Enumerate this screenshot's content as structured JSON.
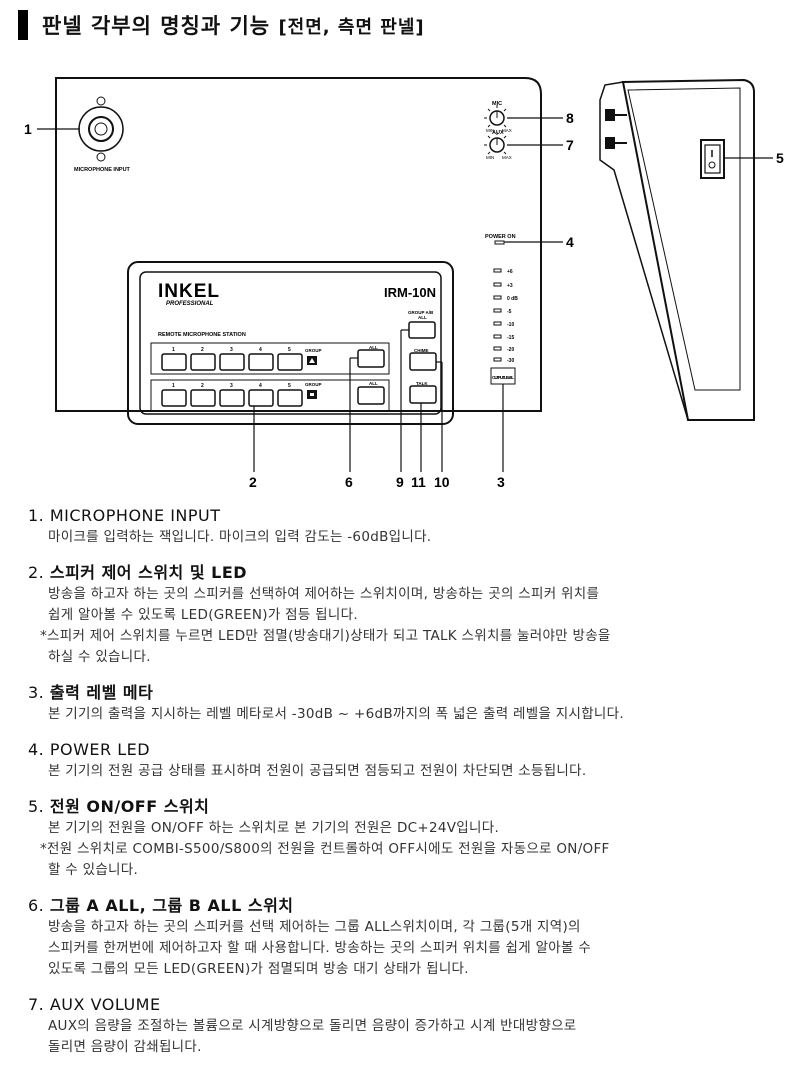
{
  "header": {
    "title": "판넬 각부의 명칭과 기능",
    "subtitle": "[전면, 측면 판넬]"
  },
  "diagram": {
    "brand": "INKEL",
    "brand_sub": "PROFESSIONAL",
    "model": "IRM-10N",
    "station_label": "REMOTE MICROPHONE STATION",
    "mic_input_label": "MICROPHONE INPUT",
    "mic_label": "MIC",
    "aux_label": "AUX",
    "min_label": "MIN",
    "max_label": "MAX",
    "power_on_label": "POWER ON",
    "group_label": "GROUP",
    "all_label": "ALL",
    "group_ab_label": "GROUP A/B",
    "group_ab_sub": "ALL",
    "chime_label": "CHIME",
    "talk_label": "TALK",
    "output_level_label": "OUTPUT LEVEL",
    "button_numbers": [
      "1",
      "2",
      "3",
      "4",
      "5"
    ],
    "level_marks": [
      "+6",
      "+3",
      "0 dB",
      "-5",
      "-10",
      "-15",
      "-20",
      "-30"
    ],
    "callouts": {
      "c1": "1",
      "c2": "2",
      "c3": "3",
      "c4": "4",
      "c5": "5",
      "c6": "6",
      "c7": "7",
      "c8": "8",
      "c9": "9",
      "c10": "10",
      "c11": "11"
    }
  },
  "sections": [
    {
      "num": "1.",
      "title_en": "MICROPHONE INPUT",
      "title_ko": "",
      "lines": [
        "마이크를 입력하는 잭입니다. 마이크의 입력 감도는 -60dB입니다."
      ],
      "notes": []
    },
    {
      "num": "2.",
      "title_en": "",
      "title_ko": "스피커 제어 스위치 및 LED",
      "lines": [
        "방송을 하고자 하는 곳의 스피커를 선택하여 제어하는 스위치이며, 방송하는 곳의 스피커 위치를",
        "쉽게 알아볼 수 있도록 LED(GREEN)가 점등 됩니다."
      ],
      "notes": [
        "*스피커 제어 스위치를 누르면 LED만 점멸(방송대기)상태가 되고 TALK 스위치를 눌러야만 방송을",
        "하실 수 있습니다."
      ]
    },
    {
      "num": "3.",
      "title_en": "",
      "title_ko": "출력 레벨 메타",
      "lines": [
        "본 기기의 출력을 지시하는 레벨 메타로서 -30dB ~ +6dB까지의 폭 넓은 출력 레벨을 지시합니다."
      ],
      "notes": []
    },
    {
      "num": "4.",
      "title_en": "POWER LED",
      "title_ko": "",
      "lines": [
        "본 기기의 전원 공급 상태를 표시하며 전원이 공급되면 점등되고 전원이 차단되면 소등됩니다."
      ],
      "notes": []
    },
    {
      "num": "5.",
      "title_en": "",
      "title_ko": "전원 ON/OFF 스위치",
      "lines": [
        "본 기기의 전원을 ON/OFF 하는 스위치로 본 기기의 전원은 DC+24V입니다."
      ],
      "notes": [
        "*전원 스위치로 COMBI-S500/S800의 전원을 컨트롤하여 OFF시에도 전원을 자동으로 ON/OFF",
        "할 수 있습니다."
      ]
    },
    {
      "num": "6.",
      "title_en": "",
      "title_ko": "그룹 A ALL, 그룹 B ALL 스위치",
      "lines": [
        "방송을 하고자 하는 곳의 스피커를 선택 제어하는 그룹 ALL스위치이며, 각 그룹(5개 지역)의",
        "스피커를 한꺼번에 제어하고자 할 때 사용합니다. 방송하는 곳의 스피커 위치를 쉽게 알아볼 수",
        "있도록 그룹의 모든 LED(GREEN)가 점멸되며 방송 대기 상태가 됩니다."
      ],
      "notes": []
    },
    {
      "num": "7.",
      "title_en": "AUX VOLUME",
      "title_ko": "",
      "lines": [
        "AUX의 음량을 조절하는 볼륨으로 시계방향으로 돌리면 음량이 증가하고 시계 반대방향으로",
        "돌리면 음량이 감쇄됩니다."
      ],
      "notes": []
    }
  ]
}
